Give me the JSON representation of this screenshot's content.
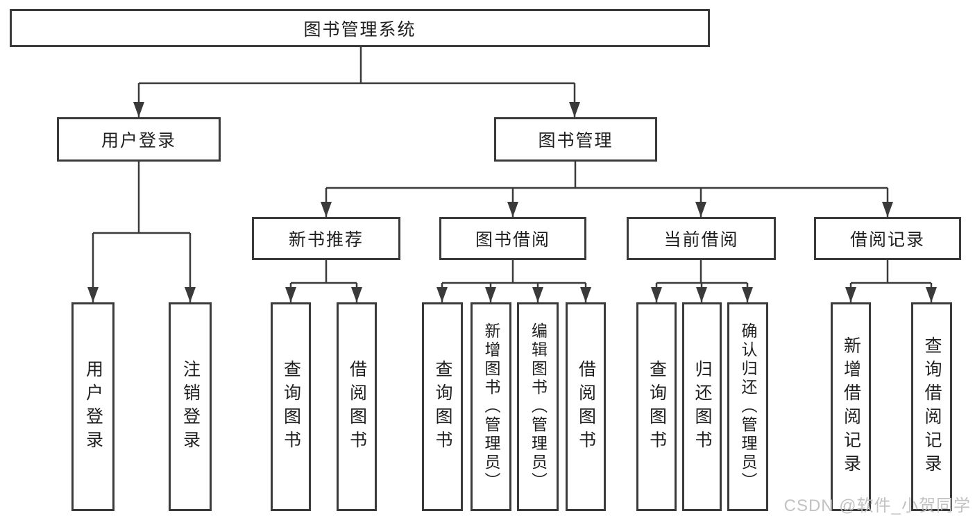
{
  "diagram": {
    "root": "图书管理系统",
    "branches": [
      {
        "label": "用户登录",
        "children": [
          "用户登录",
          "注销登录"
        ]
      },
      {
        "label": "图书管理",
        "children": [
          {
            "label": "新书推荐",
            "children": [
              "查询图书",
              "借阅图书"
            ]
          },
          {
            "label": "图书借阅",
            "children": [
              "查询图书",
              "新增图书（管理员）",
              "编辑图书（管理员）",
              "借阅图书"
            ]
          },
          {
            "label": "当前借阅",
            "children": [
              "查询图书",
              "归还图书",
              "确认归还（管理员）"
            ]
          },
          {
            "label": "借阅记录",
            "children": [
              "新增借阅记录",
              "查询借阅记录"
            ]
          }
        ]
      }
    ]
  },
  "watermark": "CSDN @软件_小贺同学",
  "colors": {
    "line": "#3a3a3a",
    "box_border": "#3a3a3a",
    "box_fill": "#ffffff",
    "text": "#1f1f1f",
    "watermark": "#c2c2c2",
    "background": "#ffffff"
  }
}
